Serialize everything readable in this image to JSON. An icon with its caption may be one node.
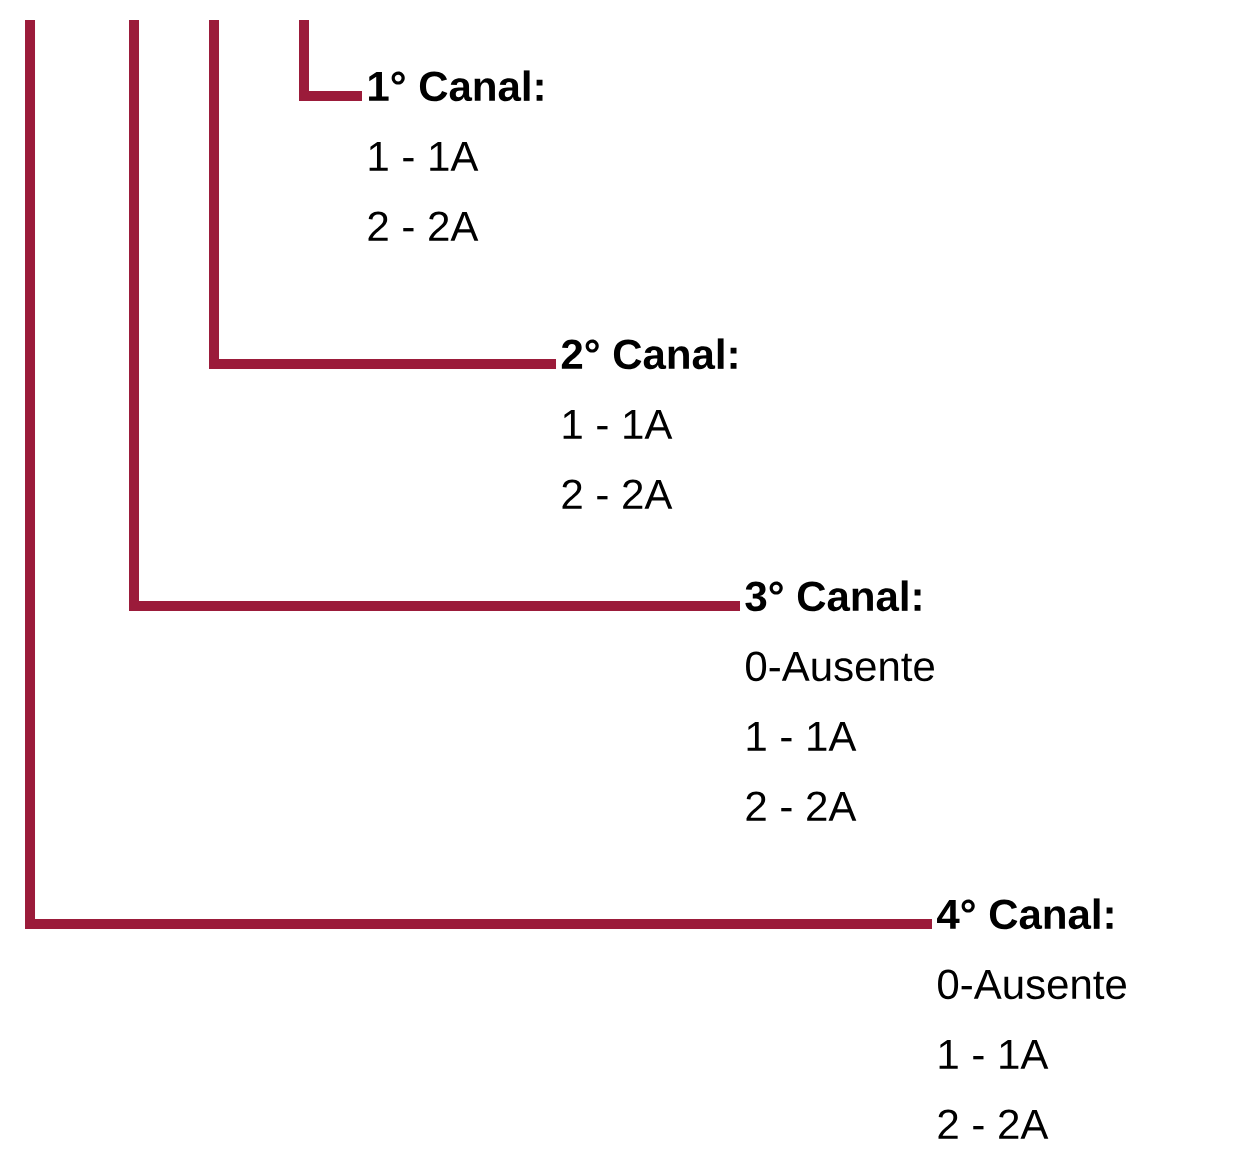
{
  "diagram": {
    "nodes": [
      {
        "text": [
          "1° Canal:",
          "1 - 1A",
          "2 - 2A"
        ]
      },
      {
        "text": [
          "2° Canal:",
          "1 - 1A",
          "2 - 2A"
        ]
      },
      {
        "text": [
          "3° Canal:",
          "0-Ausente",
          "1 - 1A",
          "2 - 2A"
        ]
      },
      {
        "text": [
          "4° Canal:",
          "0-Ausente",
          "1 - 1A",
          "2 - 2A"
        ]
      }
    ],
    "edges": [
      {
        "from": null,
        "to": 0,
        "arrow": "none"
      },
      {
        "from": null,
        "to": 1,
        "arrow": "none"
      },
      {
        "from": null,
        "to": 2,
        "arrow": "none"
      },
      {
        "from": null,
        "to": 3,
        "arrow": "none"
      }
    ]
  }
}
